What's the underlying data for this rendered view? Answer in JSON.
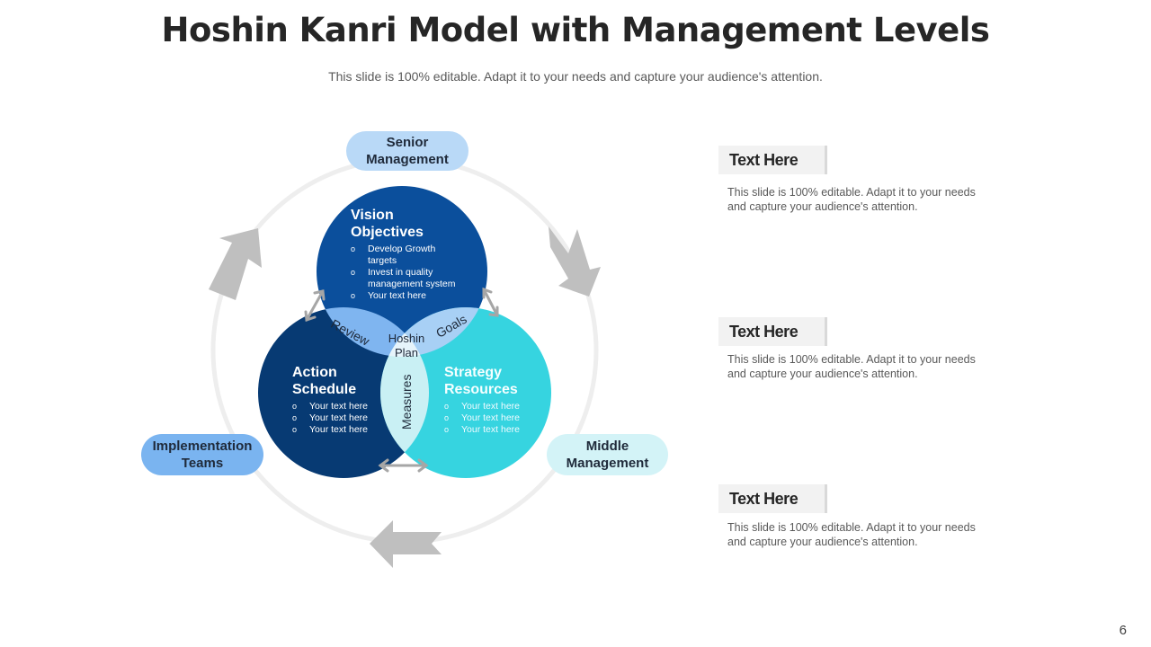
{
  "title": "Hoshin Kanri Model with Management Levels",
  "subtitle": "This slide is 100% editable. Adapt it to your needs and capture your audience's attention.",
  "colors": {
    "vision": "#0b4f9c",
    "action": "#073a73",
    "strategy": "#36d4e0",
    "lens_review": "#7fb5f0",
    "lens_goals": "#a8d0f5",
    "lens_measures": "#c9f0f4",
    "ring": "#eeeeee",
    "arrow": "#bfbfbf",
    "senior_pill": "#b9d9f7",
    "implementation_pill": "#7ab4f0",
    "middle_pill": "#d3f3f7"
  },
  "management_levels": {
    "senior": "Senior Management",
    "implementation": "Implementation Teams",
    "middle": "Middle Management"
  },
  "circles": {
    "vision": {
      "title": "Vision Objectives",
      "bullets": [
        "Develop Growth targets",
        "Invest in quality management  system",
        "Your text here"
      ]
    },
    "action": {
      "title": "Action Schedule",
      "bullets": [
        "Your text here",
        "Your text here",
        "Your text here"
      ]
    },
    "strategy": {
      "title": "Strategy Resources",
      "bullets": [
        "Your text here",
        "Your text here",
        "Your text here"
      ]
    }
  },
  "overlaps": {
    "review": "Review",
    "goals": "Goals",
    "measures": "Measures",
    "center": "Hoshin Plan"
  },
  "text_blocks": [
    {
      "heading": "Text Here",
      "body": "This slide is 100% editable. Adapt it to your needs and capture your audience's attention."
    },
    {
      "heading": "Text Here",
      "body": "This slide is 100% editable. Adapt it to your needs and capture your audience's attention."
    },
    {
      "heading": "Text Here",
      "body": "This slide is 100% editable. Adapt it to your needs and capture your audience's attention."
    }
  ],
  "page_number": "6"
}
